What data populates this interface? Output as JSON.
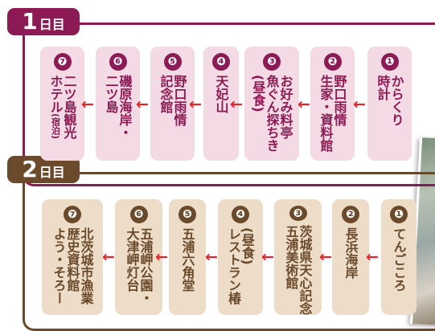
{
  "day1": {
    "tab": {
      "num": "1",
      "unit": "日目"
    },
    "stops": [
      {
        "badge": "❶",
        "lines": [
          "からくり",
          "時計"
        ]
      },
      {
        "badge": "❷",
        "lines": [
          "野口雨情",
          "生家・資料館"
        ]
      },
      {
        "badge": "❸",
        "lines": [
          "お好み料亭",
          "魚ぐん探ちき"
        ],
        "sub": "(昼食)"
      },
      {
        "badge": "❹",
        "lines": [
          "天妃山"
        ]
      },
      {
        "badge": "❺",
        "lines": [
          "野口雨情",
          "記念館"
        ]
      },
      {
        "badge": "❻",
        "lines": [
          "磯原海岸・",
          "二ツ島"
        ]
      },
      {
        "badge": "❼",
        "lines": [
          "二ツ島観光",
          "ホテル"
        ],
        "sub": "(宿泊)"
      }
    ]
  },
  "day2": {
    "tab": {
      "num": "2",
      "unit": "日目"
    },
    "stops": [
      {
        "badge": "❶",
        "lines": [
          "てんごころ"
        ]
      },
      {
        "badge": "❷",
        "lines": [
          "長浜海岸"
        ]
      },
      {
        "badge": "❸",
        "lines": [
          "茨城県天心記念",
          "五浦美術館"
        ]
      },
      {
        "badge": "❹",
        "lines": [
          "レストラン椿"
        ],
        "sub": "(昼食)"
      },
      {
        "badge": "❺",
        "lines": [
          "五浦六角堂"
        ]
      },
      {
        "badge": "❻",
        "lines": [
          "五浦岬公園・",
          "大津岬灯台"
        ]
      },
      {
        "badge": "❼",
        "lines": [
          "北茨城市漁業",
          "歴史資料館",
          "よう・そろー"
        ]
      }
    ]
  },
  "arrow_glyph": "←",
  "colors": {
    "day1": "#8c1b55",
    "day2": "#6a4a2b",
    "arrow": "#e0262d"
  }
}
